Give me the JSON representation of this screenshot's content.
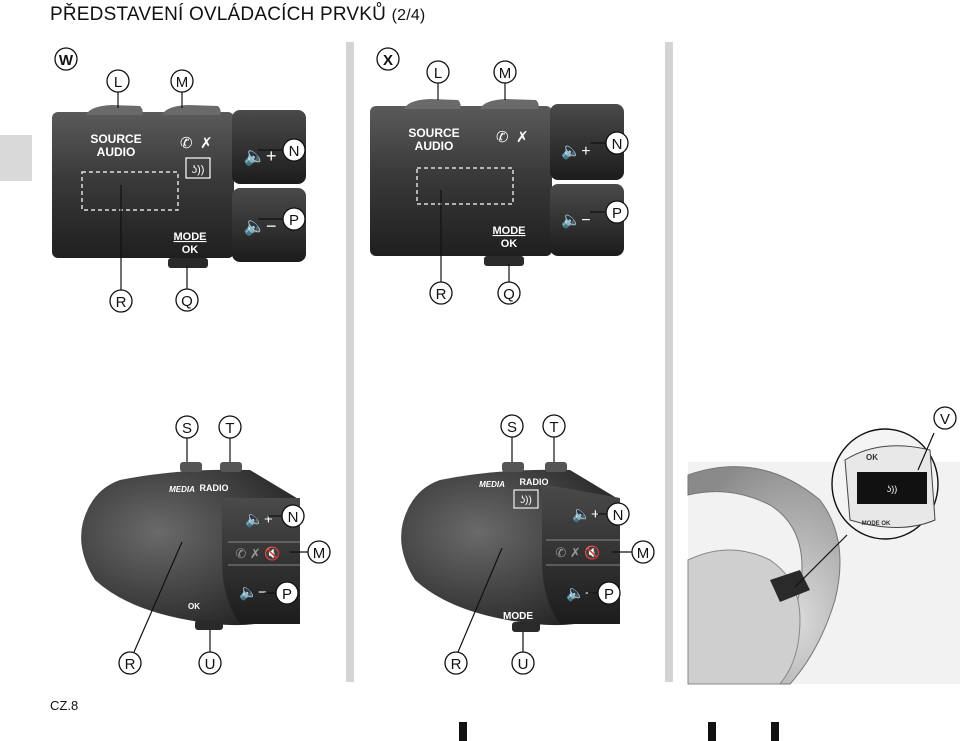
{
  "page": {
    "title_main": "PŘEDSTAVENÍ OVLÁDACÍCH PRVKŮ",
    "title_sub": "(2/4)",
    "page_number": "CZ.8"
  },
  "panel_w": {
    "id_label": "W",
    "labels": {
      "L": "L",
      "M": "M",
      "N": "N",
      "P": "P",
      "R": "R",
      "Q": "Q"
    },
    "control_text": {
      "source": "SOURCE",
      "audio": "AUDIO",
      "mode": "MODE",
      "ok": "OK"
    }
  },
  "panel_x": {
    "id_label": "X",
    "labels": {
      "L": "L",
      "M": "M",
      "N": "N",
      "P": "P",
      "R": "R",
      "Q": "Q"
    },
    "control_text": {
      "source": "SOURCE",
      "audio": "AUDIO",
      "mode": "MODE",
      "ok": "OK"
    }
  },
  "panel_w2": {
    "labels": {
      "S": "S",
      "T": "T",
      "N": "N",
      "M": "M",
      "P": "P",
      "R": "R",
      "U": "U"
    },
    "control_text": {
      "media": "MEDIA",
      "radio": "RADIO",
      "ok": "OK"
    }
  },
  "panel_x2": {
    "labels": {
      "S": "S",
      "T": "T",
      "N": "N",
      "M": "M",
      "P": "P",
      "R": "R",
      "U": "U"
    },
    "control_text": {
      "media": "MEDIA",
      "radio": "RADIO",
      "mode": "MODE"
    }
  },
  "panel_v": {
    "id_label": "V",
    "control_text": {
      "ok": "OK",
      "mode_ok": "MODE OK"
    }
  }
}
